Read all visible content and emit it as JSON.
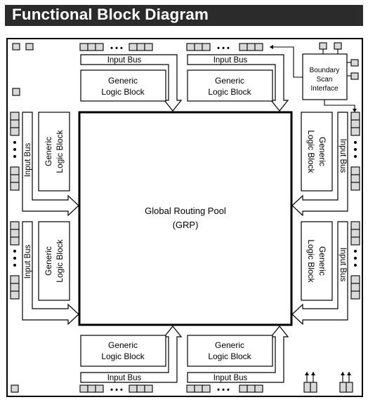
{
  "header": {
    "title": "Functional Block Diagram"
  },
  "grp": {
    "line1": "Global Routing Pool",
    "line2": "(GRP)"
  },
  "logic_block": {
    "line1": "Generic",
    "line2": "Logic Block"
  },
  "input_bus_label": "Input Bus",
  "boundary_scan": {
    "line1": "Boundary",
    "line2": "Scan",
    "line3": "Interface"
  },
  "io_dots": "• • •"
}
